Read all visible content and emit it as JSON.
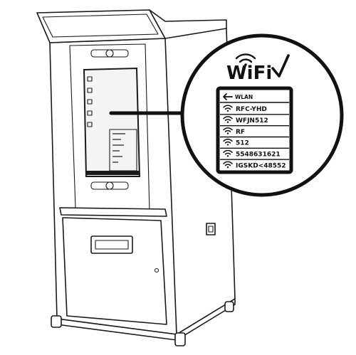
{
  "badge": {
    "wifi_word": "WiFi",
    "check_icon": "check-mark-icon"
  },
  "wlan_panel": {
    "back_icon": "arrow-left-icon",
    "header": "WLAN",
    "network_icon": "wifi-signal-icon",
    "networks": [
      "RFC-YHD",
      "WFJN512",
      "RF",
      "512",
      "5548631621",
      "IGSKD<48552"
    ]
  },
  "colors": {
    "line": "#1a1a1a",
    "background": "#ffffff"
  }
}
